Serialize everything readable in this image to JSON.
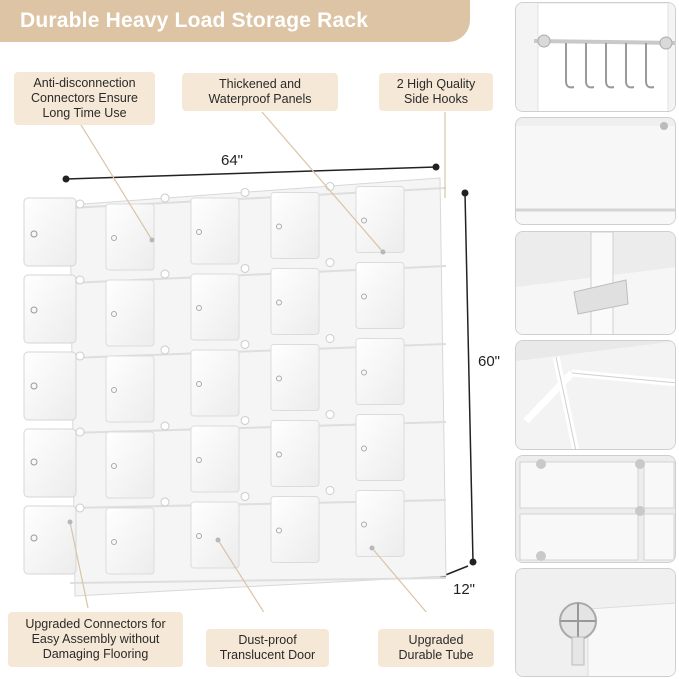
{
  "title": "Durable Heavy Load Storage Rack",
  "callouts": {
    "anti_disconnection": "Anti-disconnection\nConnectors Ensure\nLong Time Use",
    "panels": "Thickened and\nWaterproof Panels",
    "hooks": "2 High Quality\nSide Hooks",
    "connectors": "Upgraded Connectors for\nEasy Assembly without\nDamaging Flooring",
    "door": "Dust-proof\nTranslucent Door",
    "tube": "Upgraded\nDurable Tube"
  },
  "dimensions": {
    "width": "64\"",
    "height": "60\"",
    "depth": "12\""
  },
  "colors": {
    "banner": "#dcc4a4",
    "callout_bg": "#f6e8d6",
    "thumb_border": "#cfcfcf"
  },
  "thumbnails": [
    "side-hooks-detail",
    "panel-edge-detail",
    "connector-corner-detail",
    "tube-joint-detail",
    "cube-grid-detail",
    "foot-connector-detail"
  ]
}
